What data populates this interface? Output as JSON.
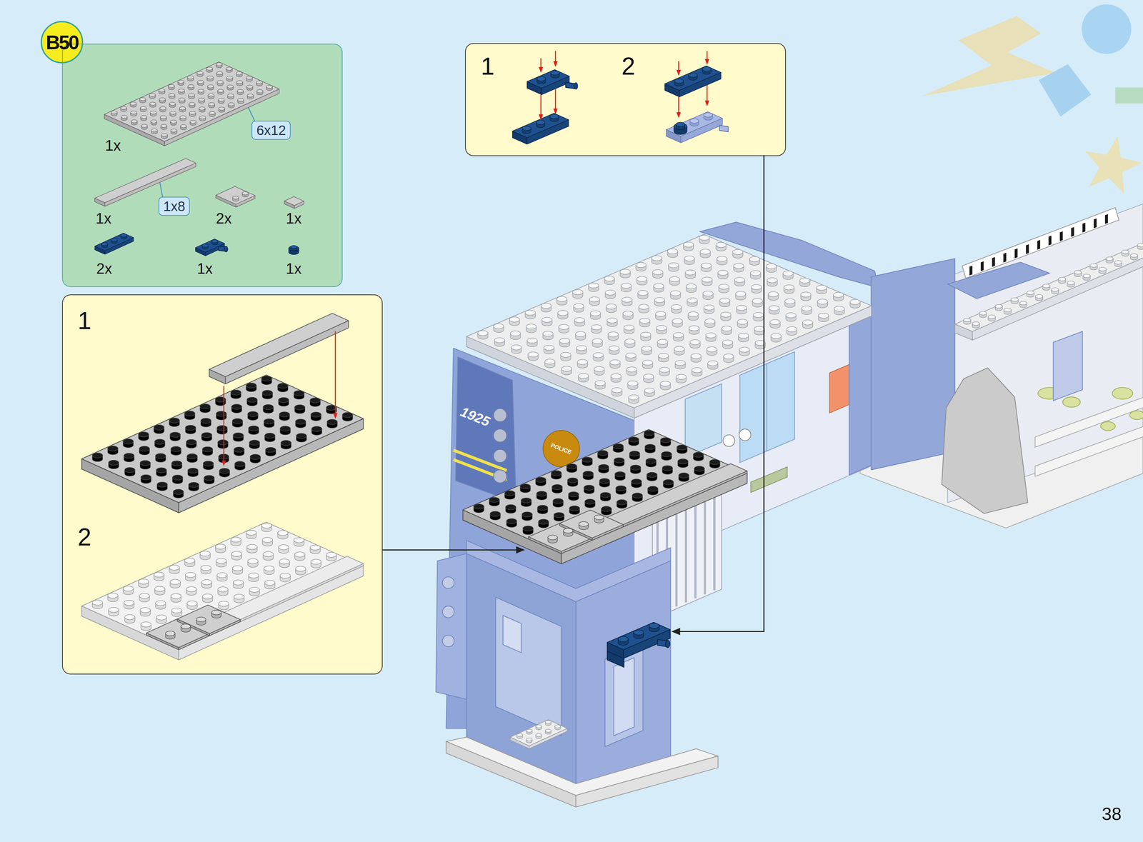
{
  "diagram": {
    "nodes": [
      {
        "text": [
          "B50"
        ]
      },
      {
        "text": [
          "1x",
          "1x",
          "2x",
          "1x",
          "2x",
          "1x",
          "1x"
        ]
      },
      {
        "text": [
          "6x12"
        ],
        "in": 1
      },
      {
        "text": [
          "1x8"
        ],
        "in": 1
      },
      {
        "text": [
          "1",
          "2"
        ]
      },
      {
        "text": [
          "1",
          "2"
        ]
      }
    ],
    "labels": [
      "1925",
      "POLICE",
      "38"
    ]
  }
}
